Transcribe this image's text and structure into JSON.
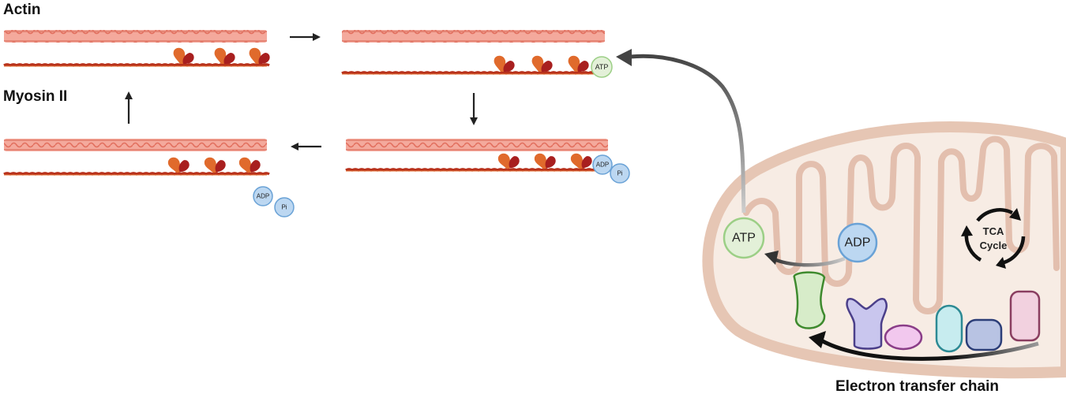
{
  "labels": {
    "actin": "Actin",
    "myosin": "Myosin II",
    "electron_transfer_chain": "Electron transfer chain",
    "tca_line1": "TCA",
    "tca_line2": "Cycle"
  },
  "molecules": {
    "atp": "ATP",
    "adp": "ADP",
    "pi": "Pi"
  },
  "colors": {
    "actin_light": "#f6b3a8",
    "actin_dark": "#e07a6a",
    "myosin_rod": "#b8321c",
    "myosin_head_orange": "#e06a2c",
    "myosin_head_dark": "#a81f1f",
    "atp_fill": "#e3f0d8",
    "atp_stroke": "#9ccf86",
    "adp_fill": "#bcd7f1",
    "adp_stroke": "#6aa2d6",
    "mito_outer": "#e9c9b9",
    "mito_inner": "#f5e8dd",
    "arrow_dark": "#222222"
  }
}
